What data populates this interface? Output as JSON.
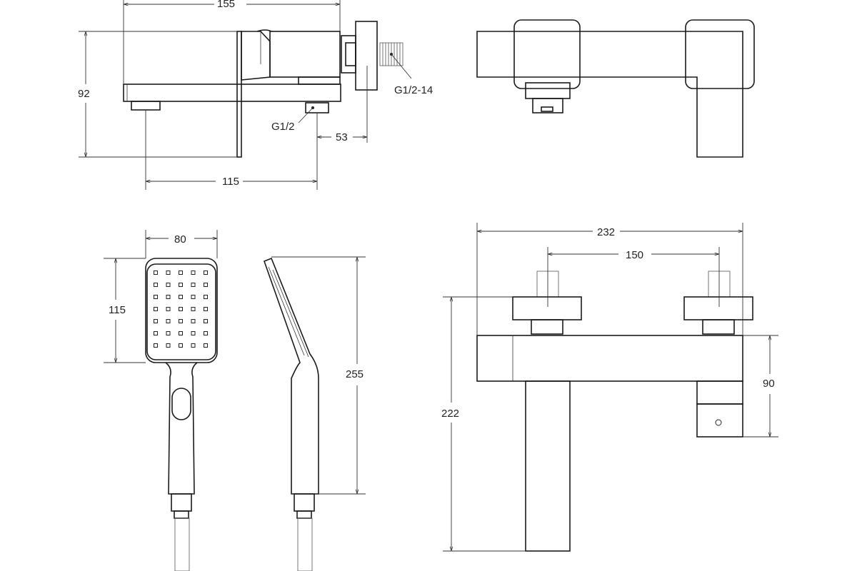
{
  "dimensions": {
    "top_left_width": "155",
    "top_left_height": "92",
    "top_left_spout": "115",
    "top_left_offset": "53",
    "thread_g12": "G1/2",
    "thread_g12_14": "G1/2-14",
    "shower_width": "80",
    "shower_head_height": "115",
    "shower_length": "255",
    "bottom_right_width": "232",
    "bottom_right_centers": "150",
    "bottom_right_height": "222",
    "bottom_right_body": "90"
  }
}
